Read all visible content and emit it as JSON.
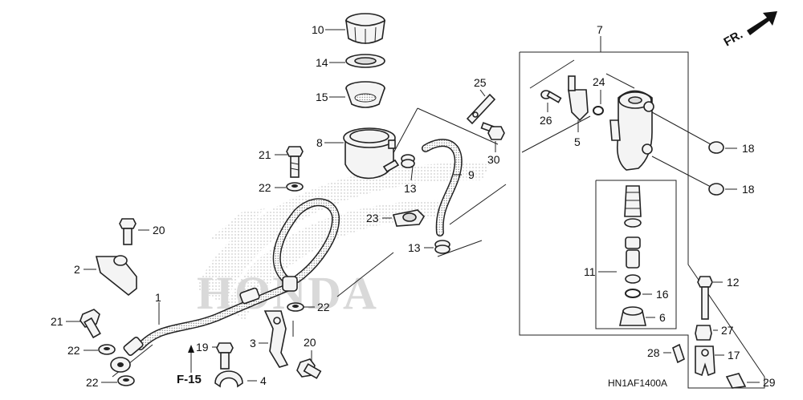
{
  "diagram": {
    "watermark_text": "HONDA",
    "diagram_code": "HN1AF1400A",
    "front_indicator": "FR.",
    "section_reference": "F-15",
    "callouts": {
      "c1": "1",
      "c2": "2",
      "c3": "3",
      "c4": "4",
      "c5": "5",
      "c6": "6",
      "c7": "7",
      "c8": "8",
      "c9": "9",
      "c10": "10",
      "c11": "11",
      "c12": "12",
      "c13a": "13",
      "c13b": "13",
      "c14": "14",
      "c15": "15",
      "c16": "16",
      "c17": "17",
      "c18a": "18",
      "c18b": "18",
      "c19": "19",
      "c20a": "20",
      "c20b": "20",
      "c21a": "21",
      "c21b": "21",
      "c22a": "22",
      "c22b": "22",
      "c22c": "22",
      "c22d": "22",
      "c23": "23",
      "c24": "24",
      "c25": "25",
      "c26": "26",
      "c27": "27",
      "c28": "28",
      "c29": "29",
      "c30": "30"
    }
  }
}
